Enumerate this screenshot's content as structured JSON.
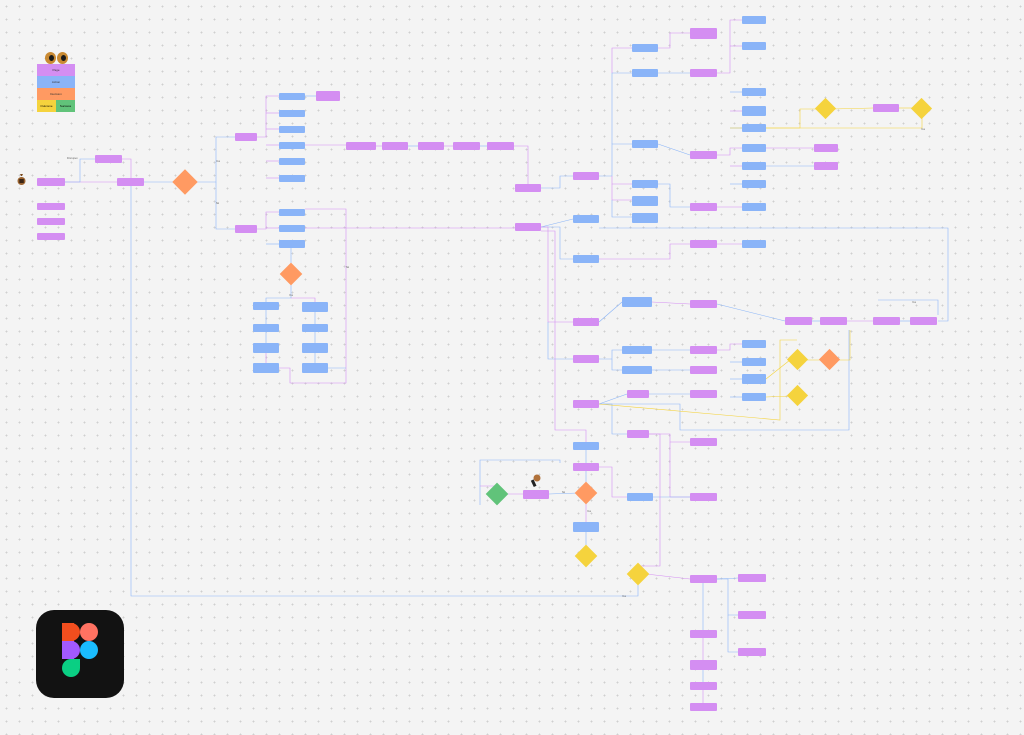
{
  "colors": {
    "blue": "#8ab4f8",
    "violet": "#d48ef2",
    "orange": "#ff9a62",
    "yellow": "#f5d33d",
    "green": "#61c37a",
    "line_blue": "#8ab4f8",
    "line_violet": "#d48ef2",
    "line_yellow": "#f5d33d"
  },
  "legend": {
    "page": "Page",
    "action": "Action",
    "decision": "Decision",
    "outcome": "Outcome",
    "success": "Success"
  },
  "icons": {
    "eyes": "eyes-icon",
    "sack": "money-bag-icon",
    "pin": "pin-icon",
    "app": "figma-logo-icon"
  },
  "edge_labels": {
    "first_open": "First open",
    "yes": "Yes",
    "no": "No"
  }
}
